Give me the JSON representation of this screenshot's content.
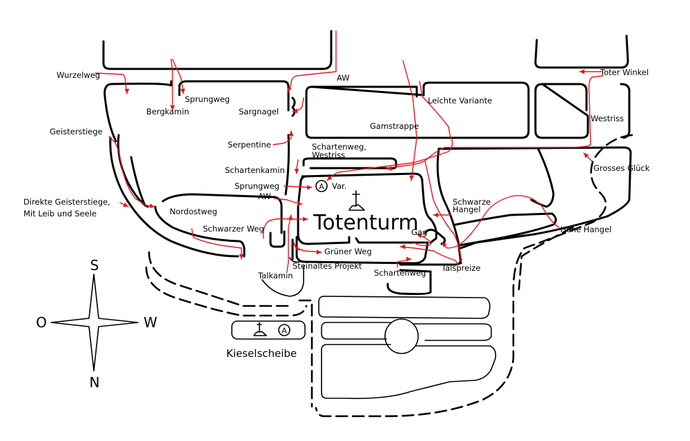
{
  "colors": {
    "route": "#e8141c",
    "rock": "#000000",
    "background": "#ffffff"
  },
  "main_tower": "Totenturm",
  "small_tower": "Kieselscheibe",
  "symbols": {
    "abseil": "A",
    "abseil_icon": "abseil-ring-icon",
    "summit_cross_icon": "summit-cross-icon"
  },
  "compass": {
    "north": "N",
    "south": "S",
    "east": "W",
    "west": "O"
  },
  "routes": {
    "wurzelweg": "Wurzelweg",
    "sprungweg_top": "Sprungweg",
    "bergkamin": "Bergkamin",
    "aw_top": "AW",
    "sargnagel": "Sargnagel",
    "leichte_variante": "Leichte Variante",
    "toter_winkel": "Toter Winkel",
    "gamstrappe": "Gamstrappe",
    "westriss": "Westriss",
    "geisterstiege": "Geisterstiege",
    "serpentine": "Serpentine",
    "schartenweg_westriss_1": "Schartenweg,",
    "schartenweg_westriss_2": "Westriss",
    "schartenkamin": "Schartenkamin",
    "grosses_glueck": "Grosses Glück",
    "sprungweg": "Sprungweg",
    "var": "Var.",
    "aw": "AW",
    "direkte_1": "Direkte Geisterstiege,",
    "direkte_2": "Mit Leib und Seele",
    "nordostweg": "Nordostweg",
    "schwarze_hangel_1": "Schwarze",
    "schwarze_hangel_2": "Hangel",
    "hohe_hangel": "Hohe Hangel",
    "schwarzer_weg": "Schwarzer Weg",
    "gag": "Gag",
    "gruener_weg": "Grüner Weg",
    "steinaltes_projekt": "Steinaltes Projekt",
    "talspreize": "Talspreize",
    "talkamin": "Talkamin",
    "schartenweg": "Schartenweg"
  }
}
